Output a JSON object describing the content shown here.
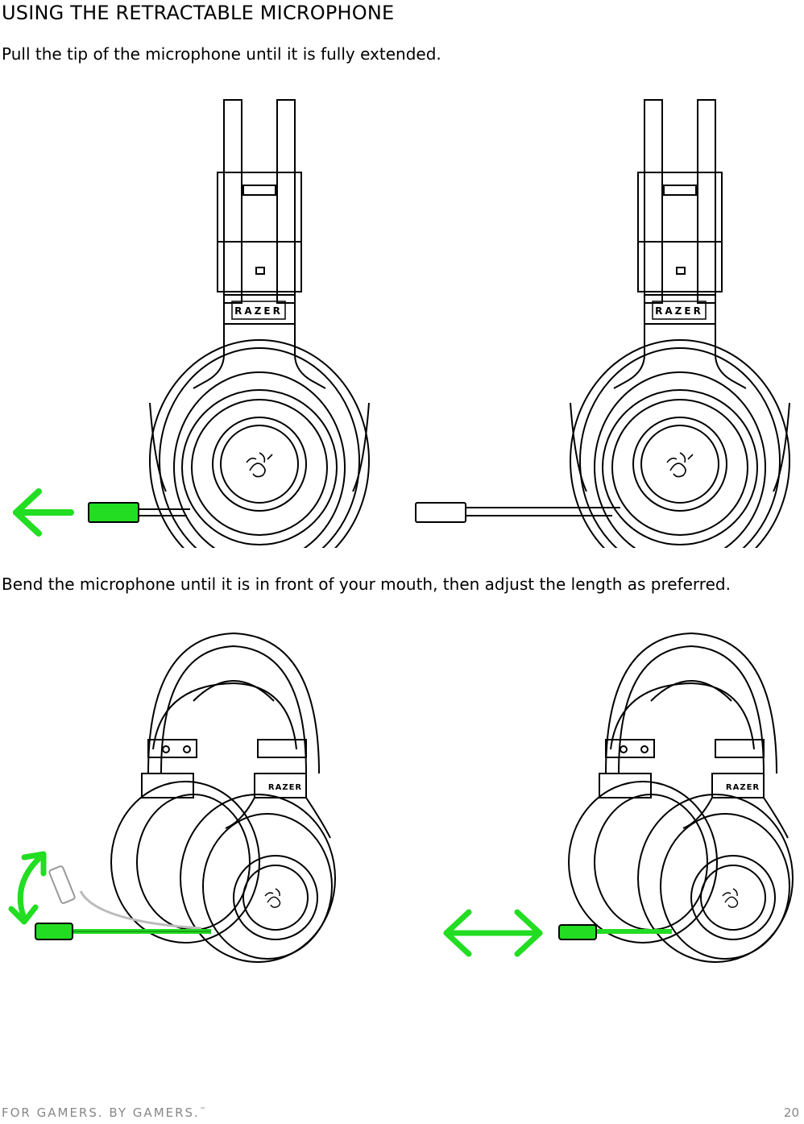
{
  "section": {
    "title": "USING THE RETRACTABLE MICROPHONE",
    "step1": "Pull the tip of the microphone until it is fully extended.",
    "step2": "Bend the microphone until it is in front of your mouth, then adjust the length as preferred."
  },
  "brand_label": "RAZER",
  "colors": {
    "accent": "#22dd22",
    "line": "#000000",
    "muted": "#888888"
  },
  "icons": [
    "arrow-left-icon",
    "curved-double-arrow-icon",
    "double-arrow-icon",
    "razer-snake-logo-icon"
  ],
  "footer": {
    "tagline": "FOR GAMERS. BY GAMERS.",
    "trademark": "™",
    "page_number": "20"
  }
}
